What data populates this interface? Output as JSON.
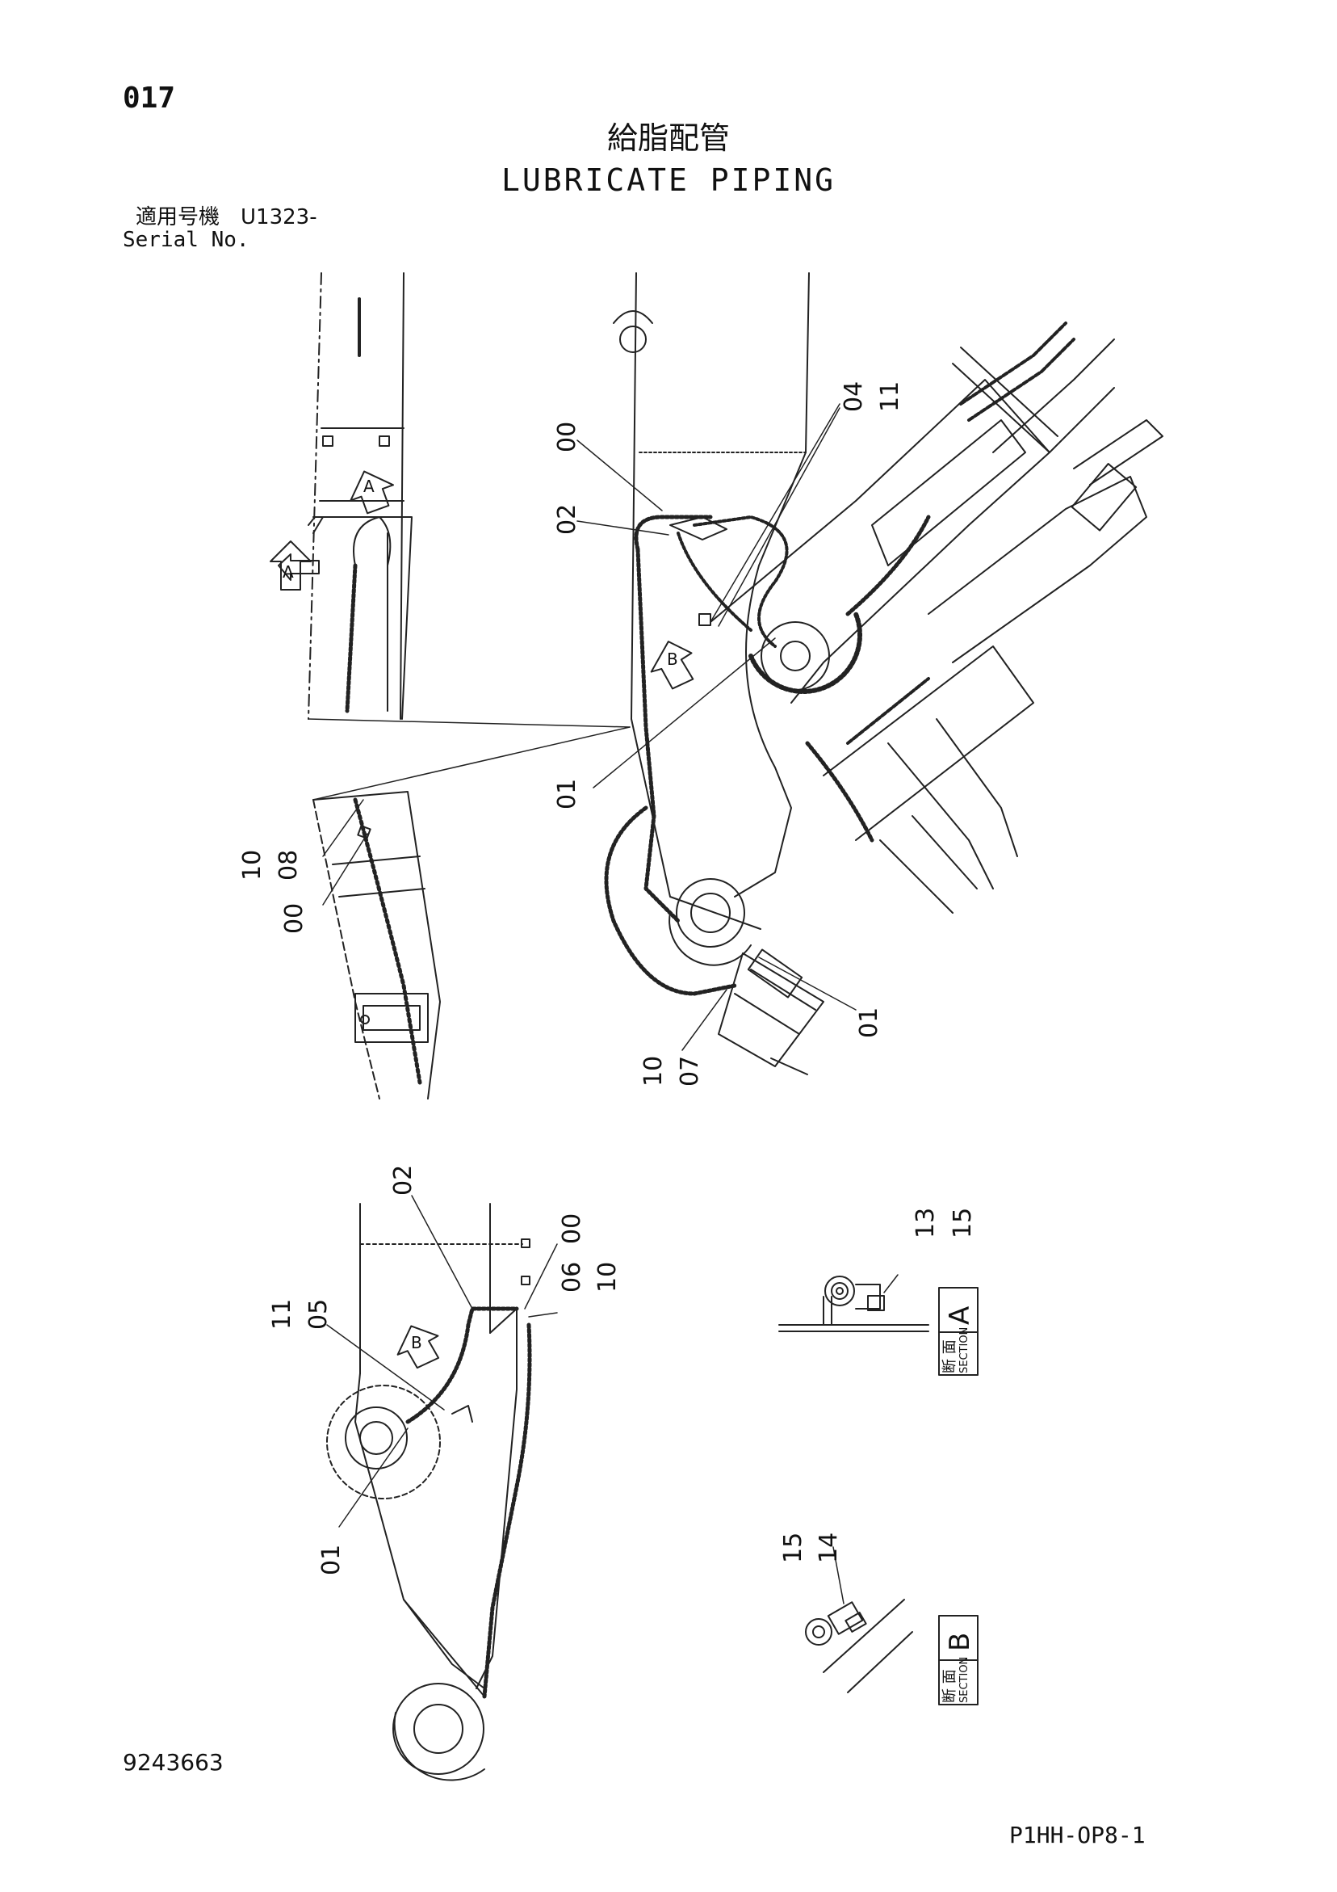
{
  "page": {
    "number": "017",
    "title_jp": "給脂配管",
    "title_en": "LUBRICATE PIPING",
    "serial_label_jp": "適用号機　U1323-",
    "serial_label_en": "Serial No.",
    "doc_number": "9243663",
    "drawing_code": "P1HH-OP8-1"
  },
  "view_markers": {
    "arrow_a": "A",
    "arrow_a2": "A",
    "arrow_b": "B",
    "arrow_b2": "B"
  },
  "sections": {
    "a": {
      "jp": "断 面",
      "en": "SECTION",
      "letter": "A"
    },
    "b": {
      "jp": "断 面",
      "en": "SECTION",
      "letter": "B"
    }
  },
  "callouts": [
    {
      "id": "c00a",
      "text": "00"
    },
    {
      "id": "c02a",
      "text": "02"
    },
    {
      "id": "c04",
      "text": "04"
    },
    {
      "id": "c11a",
      "text": "11"
    },
    {
      "id": "c01a",
      "text": "01"
    },
    {
      "id": "c10a",
      "text": "10"
    },
    {
      "id": "c08",
      "text": "08"
    },
    {
      "id": "c00b",
      "text": "00"
    },
    {
      "id": "c10b",
      "text": "10"
    },
    {
      "id": "c07",
      "text": "07"
    },
    {
      "id": "c01b",
      "text": "01"
    },
    {
      "id": "c02b",
      "text": "02"
    },
    {
      "id": "c00c",
      "text": "00"
    },
    {
      "id": "c06",
      "text": "06"
    },
    {
      "id": "c10c",
      "text": "10"
    },
    {
      "id": "c11b",
      "text": "11"
    },
    {
      "id": "c05",
      "text": "05"
    },
    {
      "id": "c01c",
      "text": "01"
    },
    {
      "id": "c13",
      "text": "13"
    },
    {
      "id": "c15a",
      "text": "15"
    },
    {
      "id": "c15b",
      "text": "15"
    },
    {
      "id": "c14",
      "text": "14"
    }
  ]
}
